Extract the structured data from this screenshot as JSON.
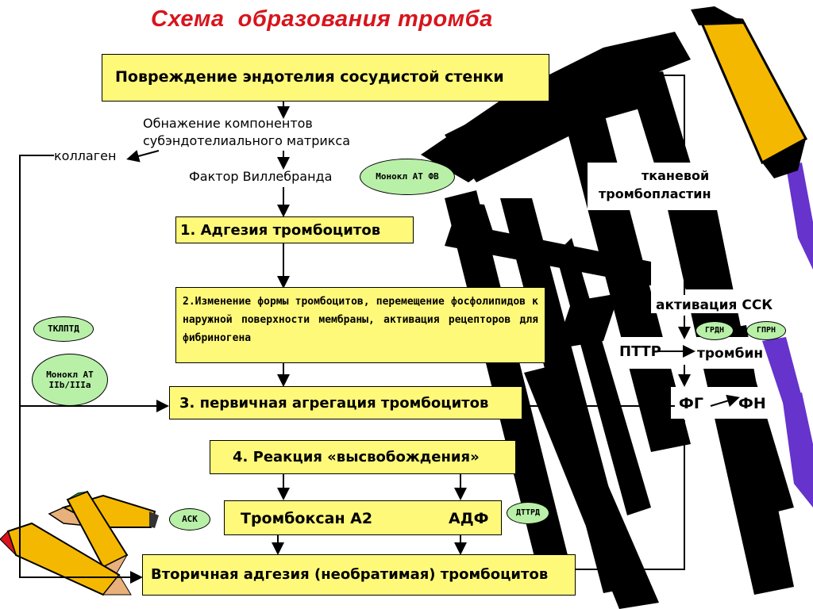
{
  "title": "Схема  образования тромба",
  "boxes": {
    "damage": "Повреждение эндотелия сосудистой стенки",
    "adhesion": "1. Адгезия тромбоцитов",
    "shape_change": "2.Изменение формы тромбоцитов, перемещение фосфолипидов к наружной поверхности мембраны, активация рецепторов для фибриногена",
    "aggregation": "3. первичная агрегация тромбоцитов",
    "release": "4. Реакция «высвобождения»",
    "thromboxane": "Тромбоксан А2",
    "adp": "АДФ",
    "secondary": "Вторичная адгезия (необратимая) тромбоцитов"
  },
  "labels": {
    "exposure_line1": "Обнажение компонентов",
    "exposure_line2": "субэндотелиального матрикса",
    "collagen": "коллаген",
    "vwf": "Фактор Виллебранда",
    "tissue_line1": "тканевой",
    "tissue_line2": "тромбопластин",
    "ssk": "активация ССК",
    "pttr": "ПТТР",
    "thrombin": "тромбин",
    "fg": "ФГ",
    "fn": "ФН"
  },
  "ovals": {
    "mab_vwf": "Монокл АТ ФВ",
    "tklptd": "ТКЛПТД",
    "mab_iib_line1": "Монокл АТ",
    "mab_iib_line2": "IIb/IIIa",
    "ask": "АСК",
    "dtprd": "ДТТРД",
    "grdn": "ГРДН",
    "gprn": "ГПРН"
  },
  "colors": {
    "title": "#d8141c",
    "box_fill": "#fff97a",
    "oval_fill": "#b8f0a8",
    "pencil_yellow": "#f5b800",
    "pencil_purple": "#6633cc"
  }
}
